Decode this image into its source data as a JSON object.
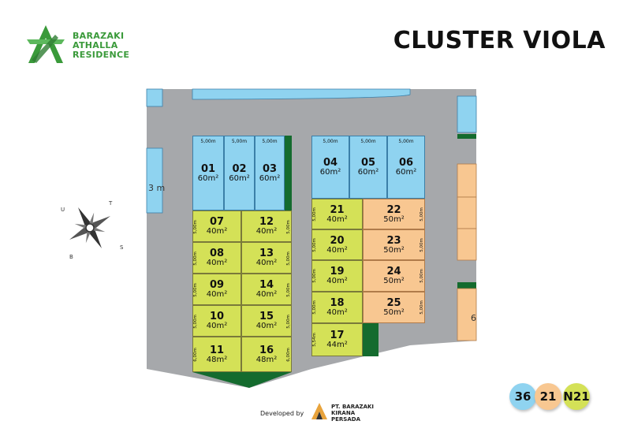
{
  "brand": {
    "line1": "BARAZAKI",
    "line2": "ATHALLA",
    "line3": "RESIDENCE",
    "color": "#3a9a3a"
  },
  "title": "CLUSTER VIOLA",
  "colors": {
    "road": "#a6a8ab",
    "type36": "#8fd3f0",
    "type21_orange": "#f8c791",
    "type21_green": "#d4e157",
    "green_strip": "#146b2e"
  },
  "lots": [
    {
      "id": "01",
      "area": "60m²",
      "width": "5,00m",
      "type": "36"
    },
    {
      "id": "02",
      "area": "60m²",
      "width": "5,00m",
      "type": "36"
    },
    {
      "id": "03",
      "area": "60m²",
      "width": "5,00m",
      "type": "36"
    },
    {
      "id": "04",
      "area": "60m²",
      "width": "5,00m",
      "type": "36"
    },
    {
      "id": "05",
      "area": "60m²",
      "width": "5,00m",
      "type": "36"
    },
    {
      "id": "06",
      "area": "60m²",
      "width": "5,00m",
      "type": "36"
    },
    {
      "id": "07",
      "area": "40m²",
      "depth": "5,00m",
      "type": "N21"
    },
    {
      "id": "08",
      "area": "40m²",
      "depth": "5,00m",
      "type": "N21"
    },
    {
      "id": "09",
      "area": "40m²",
      "depth": "5,00m",
      "type": "N21"
    },
    {
      "id": "10",
      "area": "40m²",
      "depth": "5,00m",
      "type": "N21"
    },
    {
      "id": "11",
      "area": "48m²",
      "depth": "6,00m",
      "type": "N21"
    },
    {
      "id": "12",
      "area": "40m²",
      "depth": "5,00m",
      "type": "N21"
    },
    {
      "id": "13",
      "area": "40m²",
      "depth": "5,00m",
      "type": "N21"
    },
    {
      "id": "14",
      "area": "40m²",
      "depth": "5,00m",
      "type": "N21"
    },
    {
      "id": "15",
      "area": "40m²",
      "depth": "5,00m",
      "type": "N21"
    },
    {
      "id": "16",
      "area": "48m²",
      "depth": "6,00m",
      "type": "N21"
    },
    {
      "id": "21",
      "area": "40m²",
      "depth": "5,00m",
      "type": "N21"
    },
    {
      "id": "20",
      "area": "40m²",
      "depth": "5,00m",
      "type": "N21"
    },
    {
      "id": "19",
      "area": "40m²",
      "depth": "5,00m",
      "type": "N21"
    },
    {
      "id": "18",
      "area": "40m²",
      "depth": "5,00m",
      "type": "N21"
    },
    {
      "id": "17",
      "area": "44m²",
      "depth": "5,54m",
      "type": "N21"
    },
    {
      "id": "22",
      "area": "50m²",
      "depth": "5,00m",
      "type": "21"
    },
    {
      "id": "23",
      "area": "50m²",
      "depth": "5,00m",
      "type": "21"
    },
    {
      "id": "24",
      "area": "50m²",
      "depth": "5,00m",
      "type": "21"
    },
    {
      "id": "25",
      "area": "50m²",
      "depth": "5,00m",
      "type": "21"
    }
  ],
  "partial_labels": {
    "left": "3 m",
    "right": "6"
  },
  "compass": {
    "n": "T",
    "e": "S",
    "s": "B",
    "w": "U"
  },
  "developer": {
    "label": "Developed by",
    "line1": "PT. BARAZAKI",
    "line2": "KIRANA",
    "line3": "PERSADA"
  },
  "legend": [
    {
      "label": "36",
      "color": "#8fd3f0"
    },
    {
      "label": "21",
      "color": "#f8c791"
    },
    {
      "label": "N21",
      "color": "#d4e157"
    }
  ]
}
